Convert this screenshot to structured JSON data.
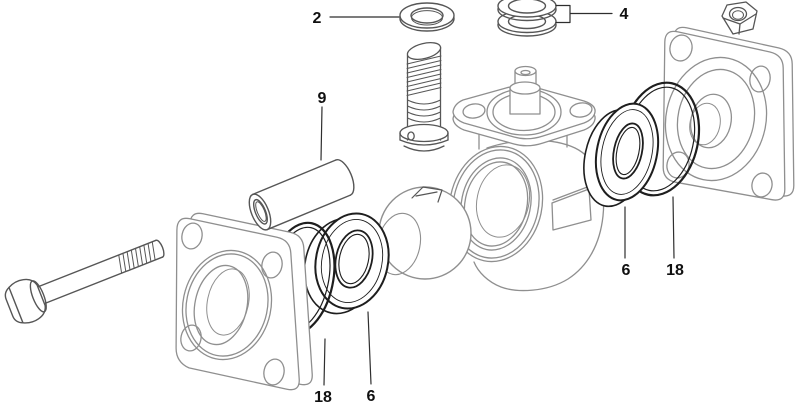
{
  "diagram": {
    "kind": "exploded-parts-diagram",
    "background": "#ffffff",
    "colors": {
      "outline_light": "#8f8f8f",
      "outline_medium": "#565656",
      "outline_dark": "#1e1e1e",
      "leader": "#2e2e2e",
      "label": "#101010"
    },
    "labels": {
      "n2": "2",
      "n4": "4",
      "n6": "6",
      "n9": "9",
      "n18": "18"
    },
    "callouts": [
      {
        "id": "callout-2",
        "number": "2"
      },
      {
        "id": "callout-4",
        "number": "4"
      },
      {
        "id": "callout-9",
        "number": "9"
      },
      {
        "id": "callout-18-left",
        "number": "18"
      },
      {
        "id": "callout-6-left",
        "number": "6"
      },
      {
        "id": "callout-6-right",
        "number": "6"
      },
      {
        "id": "callout-18-right",
        "number": "18"
      }
    ]
  }
}
